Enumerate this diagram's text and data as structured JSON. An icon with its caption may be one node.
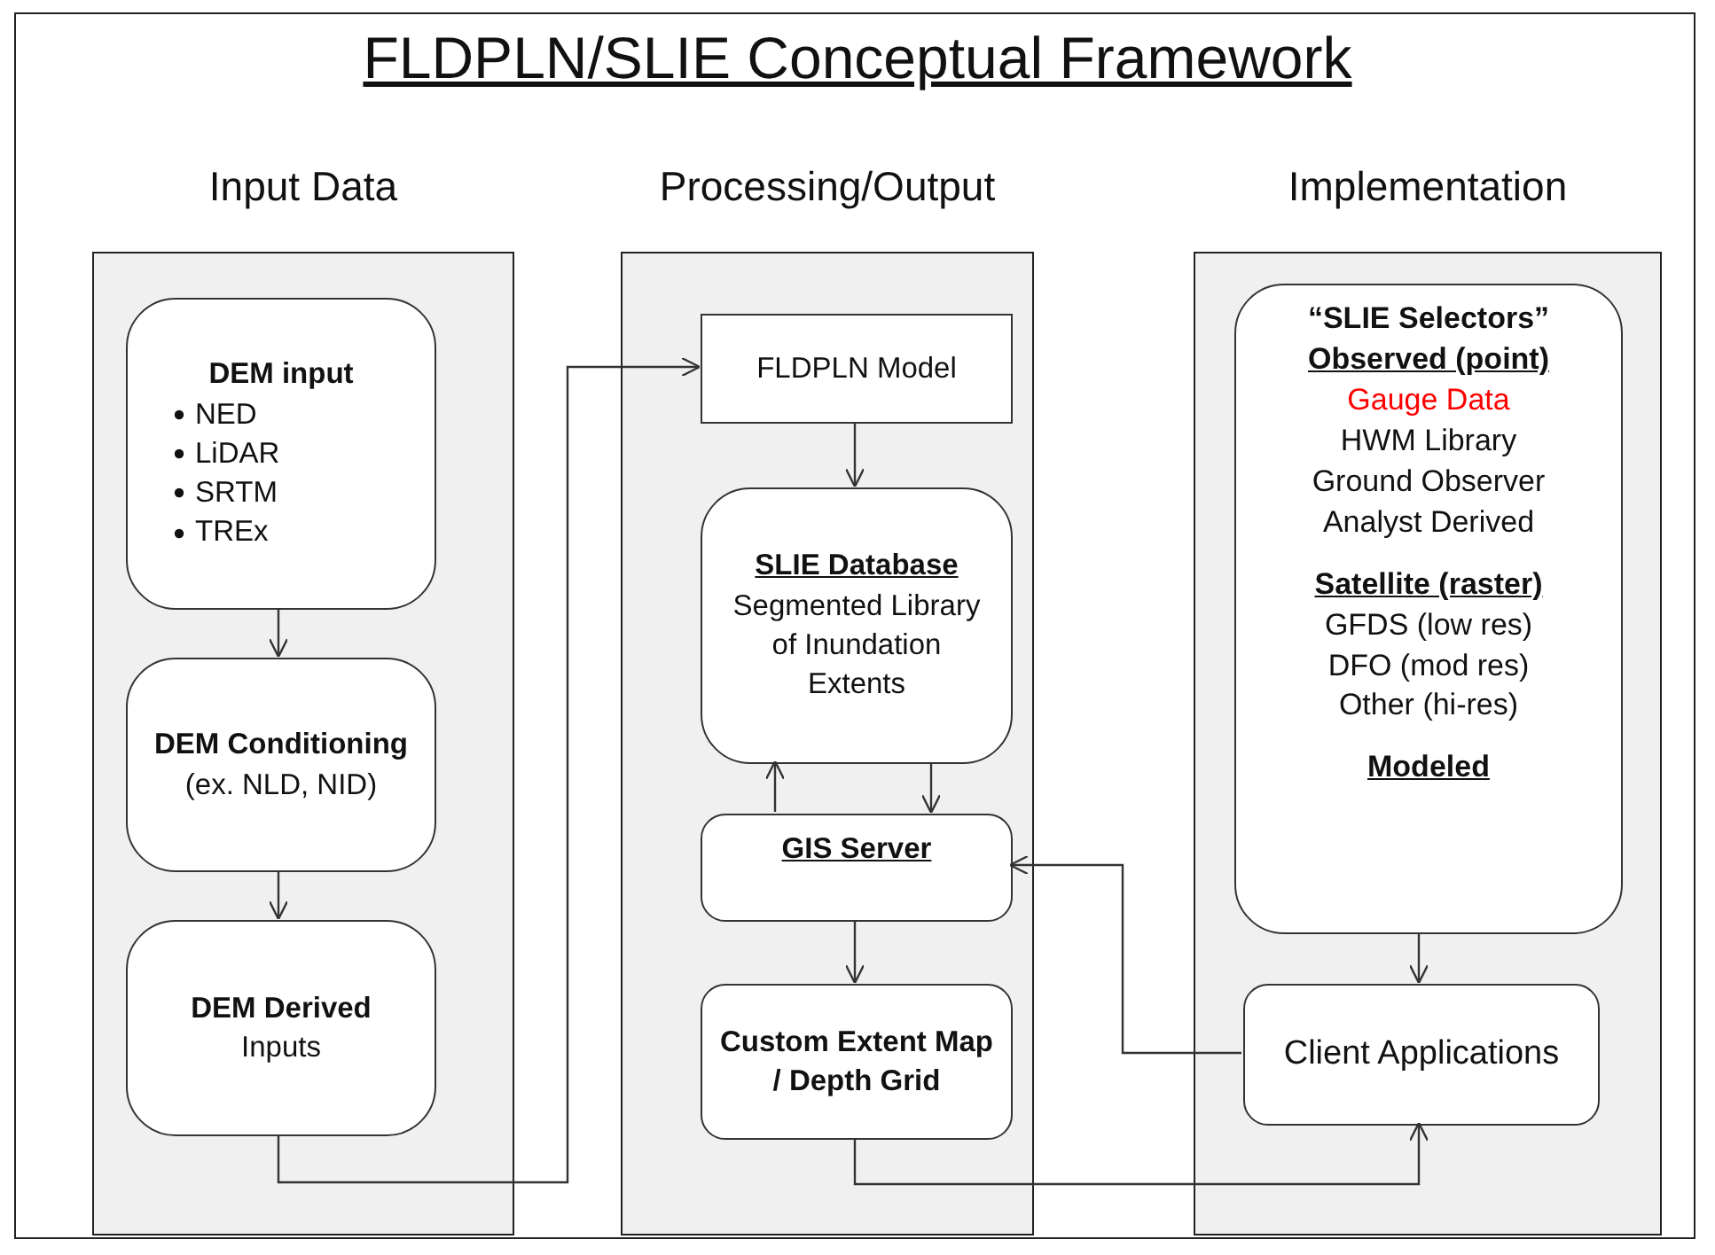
{
  "diagram": {
    "title": "FLDPLN/SLIE Conceptual Framework",
    "nodes": [
      {
        "text": [
          "Input Data"
        ]
      },
      {
        "text": [
          "DEM input",
          "NED",
          "LiDAR",
          "SRTM",
          "TREx"
        ],
        "in": 0
      },
      {
        "text": [
          "DEM Conditioning",
          "(ex. NLD, NID)"
        ],
        "in": 0
      },
      {
        "text": [
          "DEM Derived",
          "Inputs"
        ],
        "in": 0
      },
      {
        "text": [
          "Processing/Output"
        ]
      },
      {
        "text": [
          "FLDPLN Model"
        ],
        "in": 4
      },
      {
        "text": [
          "SLIE Database",
          "Segmented Library of Inundation Extents"
        ],
        "in": 4
      },
      {
        "text": [
          "GIS Server"
        ],
        "in": 4
      },
      {
        "text": [
          "Custom Extent Map / Depth Grid"
        ],
        "in": 4
      },
      {
        "text": [
          "Implementation"
        ]
      },
      {
        "text": [
          "“SLIE Selectors”",
          "Observed (point)",
          "Gauge Data",
          "HWM Library",
          "Ground Observer",
          "Analyst Derived",
          "Satellite (raster)",
          "GFDS (low res)",
          "DFO (mod res)",
          "Other (hi-res)",
          "Modeled"
        ],
        "in": 9
      },
      {
        "text": [
          "Client Applications"
        ],
        "in": 9
      }
    ],
    "edges": [
      {
        "from": 1,
        "to": 2,
        "arrow": "to"
      },
      {
        "from": 2,
        "to": 3,
        "arrow": "to"
      },
      {
        "from": 3,
        "to": 5,
        "arrow": "to"
      },
      {
        "from": 5,
        "to": 6,
        "arrow": "to"
      },
      {
        "from": 7,
        "to": 6,
        "arrow": "to"
      },
      {
        "from": 6,
        "to": 7,
        "arrow": "to"
      },
      {
        "from": 7,
        "to": 8,
        "arrow": "to"
      },
      {
        "from": 10,
        "to": 11,
        "arrow": "to"
      },
      {
        "from": 11,
        "to": 7,
        "arrow": "to"
      },
      {
        "from": 8,
        "to": 11,
        "arrow": "to"
      }
    ]
  }
}
